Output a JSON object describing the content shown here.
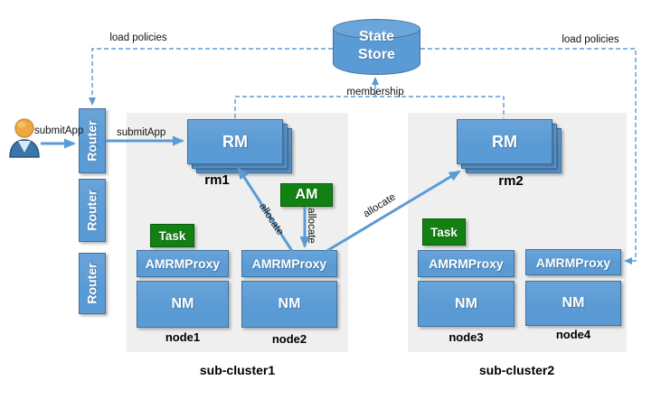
{
  "colors": {
    "box_fill": "#5b9bd5",
    "box_border": "#41719c",
    "green_fill": "#118211",
    "green_border": "#0a5a0a",
    "line": "#5b9bd5",
    "cluster_bg": "#efefef",
    "box_text": "#ffffff",
    "label_text": "#000000"
  },
  "state_store": {
    "line1": "State",
    "line2": "Store"
  },
  "routers": [
    "Router",
    "Router",
    "Router"
  ],
  "edge_labels": {
    "load_policies_left": "load policies",
    "load_policies_right": "load policies",
    "membership": "membership",
    "submit_app_user": "submitApp",
    "submit_app_router": "submitApp",
    "allocate_to_rm1": "allocate",
    "allocate_from_am": "allocate",
    "allocate_to_rm2": "allocate"
  },
  "clusters": [
    {
      "name": "sub-cluster1",
      "rm": {
        "label": "RM",
        "id": "rm1"
      },
      "nodes": [
        {
          "id": "node1",
          "task": "Task",
          "proxy": "AMRMProxy",
          "nm": "NM"
        },
        {
          "id": "node2",
          "am": "AM",
          "proxy": "AMRMProxy",
          "nm": "NM"
        }
      ]
    },
    {
      "name": "sub-cluster2",
      "rm": {
        "label": "RM",
        "id": "rm2"
      },
      "nodes": [
        {
          "id": "node3",
          "task": "Task",
          "proxy": "AMRMProxy",
          "nm": "NM"
        },
        {
          "id": "node4",
          "proxy": "AMRMProxy",
          "nm": "NM"
        }
      ]
    }
  ]
}
